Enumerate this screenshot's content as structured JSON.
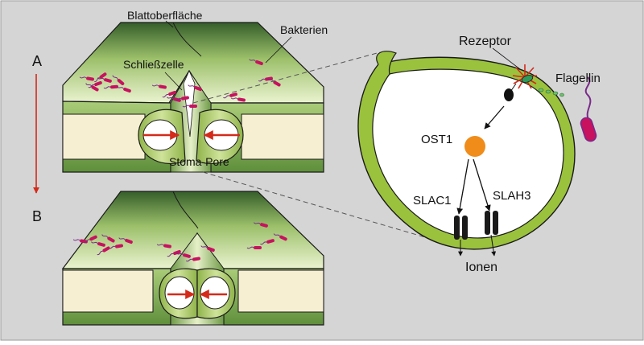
{
  "labels": {
    "leaf_surface": "Blattoberfläche",
    "bacteria": "Bakterien",
    "guard_cell": "Schließzelle",
    "stoma_pore": "Stoma-Pore",
    "receptor": "Rezeptor",
    "flagellin": "Flagellin",
    "ost1": "OST1",
    "slac1": "SLAC1",
    "slah3": "SLAH3",
    "ions": "Ionen",
    "state_a": "A",
    "state_b": "B"
  },
  "colors": {
    "background": "#d5d5d5",
    "leaf_green_light": "#cfe3a8",
    "leaf_green_dark": "#4f7a36",
    "cell_wall_green": "#9ac23c",
    "tissue_cream": "#f6efd2",
    "bacteria_magenta": "#c8115f",
    "flagella_purple": "#7a2a8a",
    "arrow_red": "#d42a1a",
    "ost1_orange": "#f08c1a",
    "channel_black": "#1a1a1a"
  }
}
